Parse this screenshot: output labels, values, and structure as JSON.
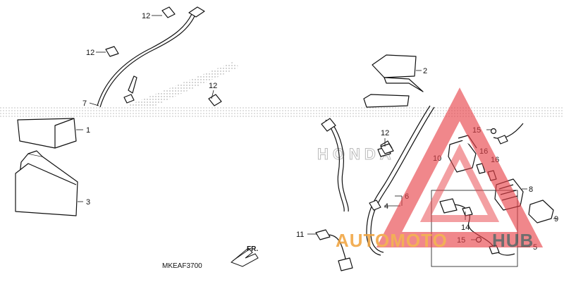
{
  "diagram": {
    "drawing_code": "MKEAF3700",
    "direction_label": "FR.",
    "callouts": [
      "1",
      "2",
      "3",
      "4",
      "5",
      "6",
      "7",
      "8",
      "9",
      "10",
      "11",
      "12",
      "14",
      "15",
      "16"
    ],
    "labels": {
      "c1": "1",
      "c2": "2",
      "c3": "3",
      "c4": "4",
      "c5": "5",
      "c6": "6",
      "c7": "7",
      "c8": "8",
      "c9": "9",
      "c10": "10",
      "c11": "11",
      "c12a": "12",
      "c12b": "12",
      "c12c": "12",
      "c12d": "12",
      "c14": "14",
      "c15a": "15",
      "c15b": "15",
      "c16a": "16",
      "c16b": "16"
    }
  },
  "watermark": {
    "text_a": "AUTOMOTO",
    "text_b": "HUB",
    "color_red": "#e8434a",
    "color_orange": "#f0a23a",
    "color_gray": "#555555"
  },
  "background_logo": "HONDA"
}
